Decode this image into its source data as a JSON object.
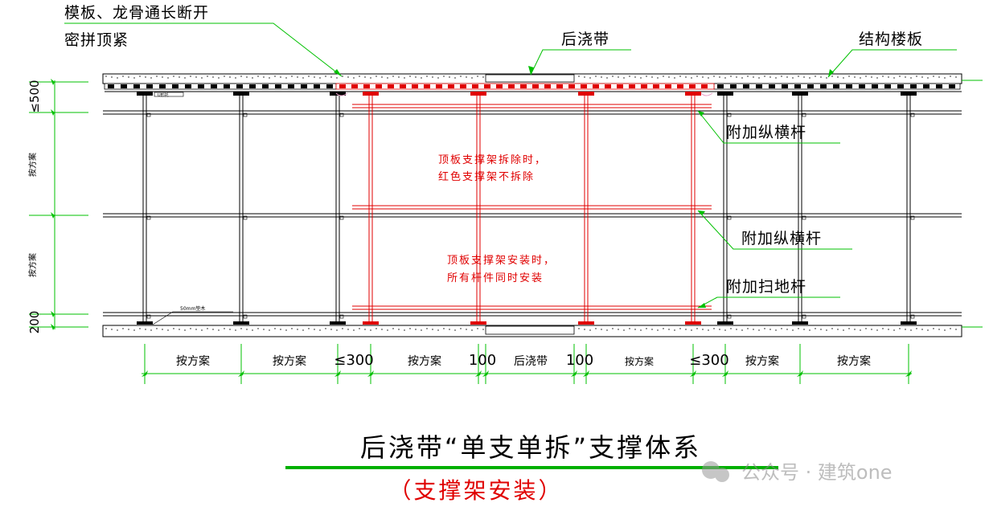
{
  "labels": {
    "formwork_note_1": "模板、龙骨通长断开",
    "formwork_note_2": "密拼顶紧",
    "post_pour_strip": "后浇带",
    "floor_slab": "结构楼板",
    "extra_bar_1": "附加纵横杆",
    "extra_bar_2": "附加纵横杆",
    "sweep_bar": "附加扫地杆",
    "red_note_1a": "顶板支撑架拆除时，",
    "red_note_1b": "红色支撑架不拆除",
    "red_note_2a": "顶板支撑架安装时，",
    "red_note_2b": "所有杆件同时安装",
    "beam_small": "U形托",
    "base_small": "50mm垫木",
    "left_dim_top": "≤500",
    "left_dim_mid1": "按方案",
    "left_dim_mid2": "按方案",
    "left_dim_bottom": "200"
  },
  "dims": [
    "按方案",
    "按方案",
    "≤300",
    "按方案",
    "100",
    "后浇带",
    "100",
    "按方案",
    "≤300",
    "按方案",
    "按方案"
  ],
  "title": {
    "main": "后浇带“单支单拆”支撑体系",
    "sub": "（支撑架安装）"
  },
  "watermark": "公众号 · 建筑one",
  "colors": {
    "black": "#000000",
    "red": "#e00000",
    "green": "#00c000",
    "title_green": "#00b000",
    "pink": "#e8a0c8",
    "gray": "#888888"
  }
}
